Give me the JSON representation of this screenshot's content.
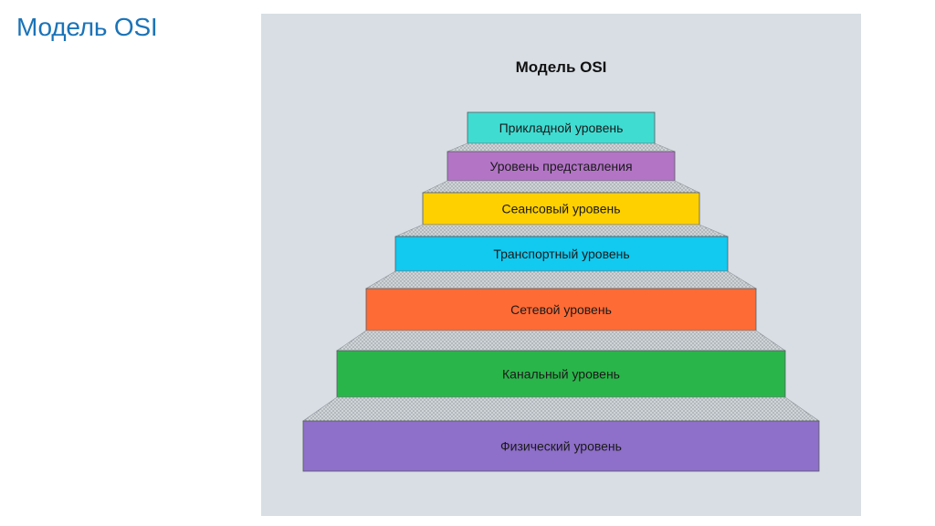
{
  "slide": {
    "title": "Модель OSI"
  },
  "diagram": {
    "title": "Модель OSI",
    "layers": [
      {
        "name": "Прикладной уровень",
        "color": "#3fdcd2"
      },
      {
        "name": "Уровень представления",
        "color": "#b374c6"
      },
      {
        "name": "Сеансовый уровень",
        "color": "#ffd000"
      },
      {
        "name": "Транспортный уровень",
        "color": "#12c9ef"
      },
      {
        "name": "Сетевой уровень",
        "color": "#ff6b35"
      },
      {
        "name": "Канальный уровень",
        "color": "#2ab54a"
      },
      {
        "name": "Физический уровень",
        "color": "#8e6fc9"
      }
    ],
    "tread_color": "#c9ced3"
  }
}
